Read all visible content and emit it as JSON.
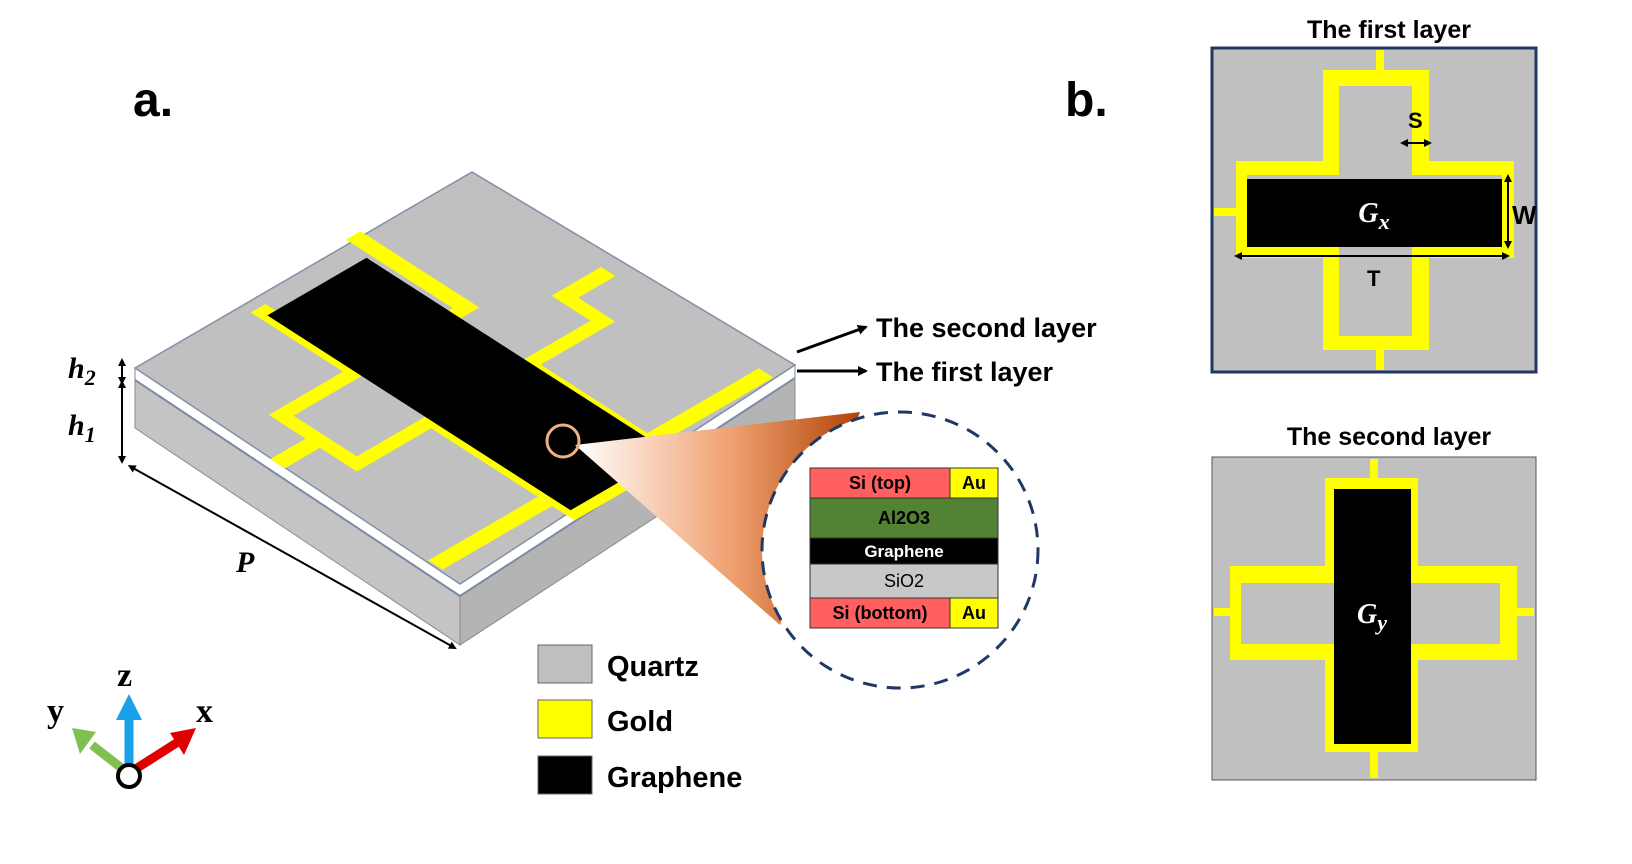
{
  "panel_a": {
    "label": "a.",
    "dim_h2": "h",
    "dim_h2_sub": "2",
    "dim_h1": "h",
    "dim_h1_sub": "1",
    "dim_p": "P",
    "callout_second_layer": "The second layer",
    "callout_first_layer": "The first layer",
    "stack": {
      "si_top": "Si (top)",
      "au_top": "Au",
      "al2o3": "Al2O3",
      "graphene": "Graphene",
      "sio2": "SiO2",
      "si_bottom": "Si (bottom)",
      "au_bottom": "Au"
    },
    "legend": [
      {
        "label": "Quartz",
        "color": "#c0c0c0"
      },
      {
        "label": "Gold",
        "color": "#ffff00"
      },
      {
        "label": "Graphene",
        "color": "#000000"
      }
    ],
    "axes": {
      "z": "z",
      "y": "y",
      "x": "x"
    }
  },
  "panel_b": {
    "label": "b.",
    "first_title": "The first layer",
    "second_title": "The second layer",
    "dim_s": "S",
    "dim_w": "W",
    "dim_t": "T",
    "gx_main": "G",
    "gx_sub": "x",
    "gy_main": "G",
    "gy_sub": "y"
  },
  "colors": {
    "quartz": "#c0c0c0",
    "gold": "#ffff00",
    "graphene": "#000000",
    "frame": "#1f3864",
    "si": "#ff5f5f",
    "al2o3": "#548235",
    "axis_z": "#18a0e8",
    "axis_x": "#e00000",
    "axis_y": "#80c050"
  }
}
